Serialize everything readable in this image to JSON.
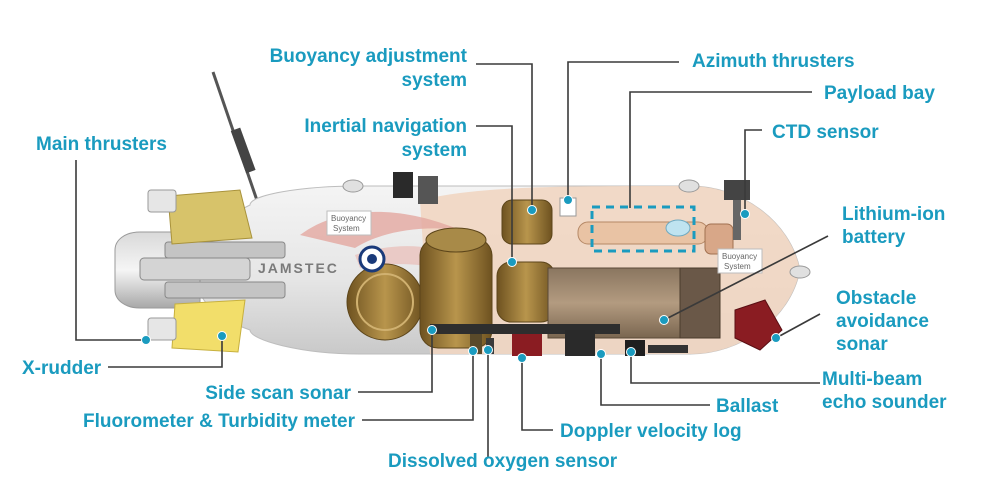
{
  "colors": {
    "label": "#1a9bbf",
    "leader": "#3a3a3a",
    "dot": "#1a9bbf",
    "hull": "#e8e8e8",
    "hull_shade": "#cfcfcf",
    "payload_dash": "#1a9bbf",
    "brass": "#9a7a3a",
    "rudder": "#f2de6a",
    "sonar_red": "#8a1c22"
  },
  "hull_text": {
    "brand": "JAMSTEC",
    "buoyancy_tag_1": "Buoyancy",
    "buoyancy_tag_2": "System",
    "buoyancy_tag2_1": "Buoyancy",
    "buoyancy_tag2_2": "System"
  },
  "labels": {
    "main_thrusters": "Main thrusters",
    "x_rudder": "X-rudder",
    "buoyancy_1": "Buoyancy adjustment",
    "buoyancy_2": "system",
    "inertial_1": "Inertial navigation",
    "inertial_2": "system",
    "azimuth": "Azimuth thrusters",
    "payload": "Payload bay",
    "ctd": "CTD sensor",
    "lithium_1": "Lithium-ion",
    "lithium_2": "battery",
    "obstacle_1": "Obstacle",
    "obstacle_2": "avoidance",
    "obstacle_3": "sonar",
    "multibeam_1": "Multi-beam",
    "multibeam_2": "echo sounder",
    "ballast": "Ballast",
    "doppler": "Doppler velocity log",
    "dissolved": "Dissolved oxygen sensor",
    "side_scan": "Side scan sonar",
    "fluorometer": "Fluorometer & Turbidity meter"
  }
}
